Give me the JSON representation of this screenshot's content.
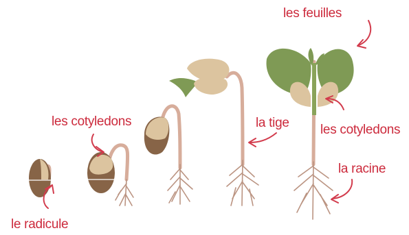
{
  "colors": {
    "label": "#cc2a3c",
    "arrow": "#d23b4c",
    "seed_light": "#dcc49f",
    "seed_dark": "#876447",
    "stem": "#d7ad9b",
    "root": "#bb9482",
    "leaf": "#7f9a55"
  },
  "labels": {
    "feuilles": "les feuilles",
    "cotyledons_left": "les cotyledons",
    "tige": "la tige",
    "cotyledons_right": "les cotyledons",
    "racine": "la racine",
    "radicule": "le radicule"
  }
}
